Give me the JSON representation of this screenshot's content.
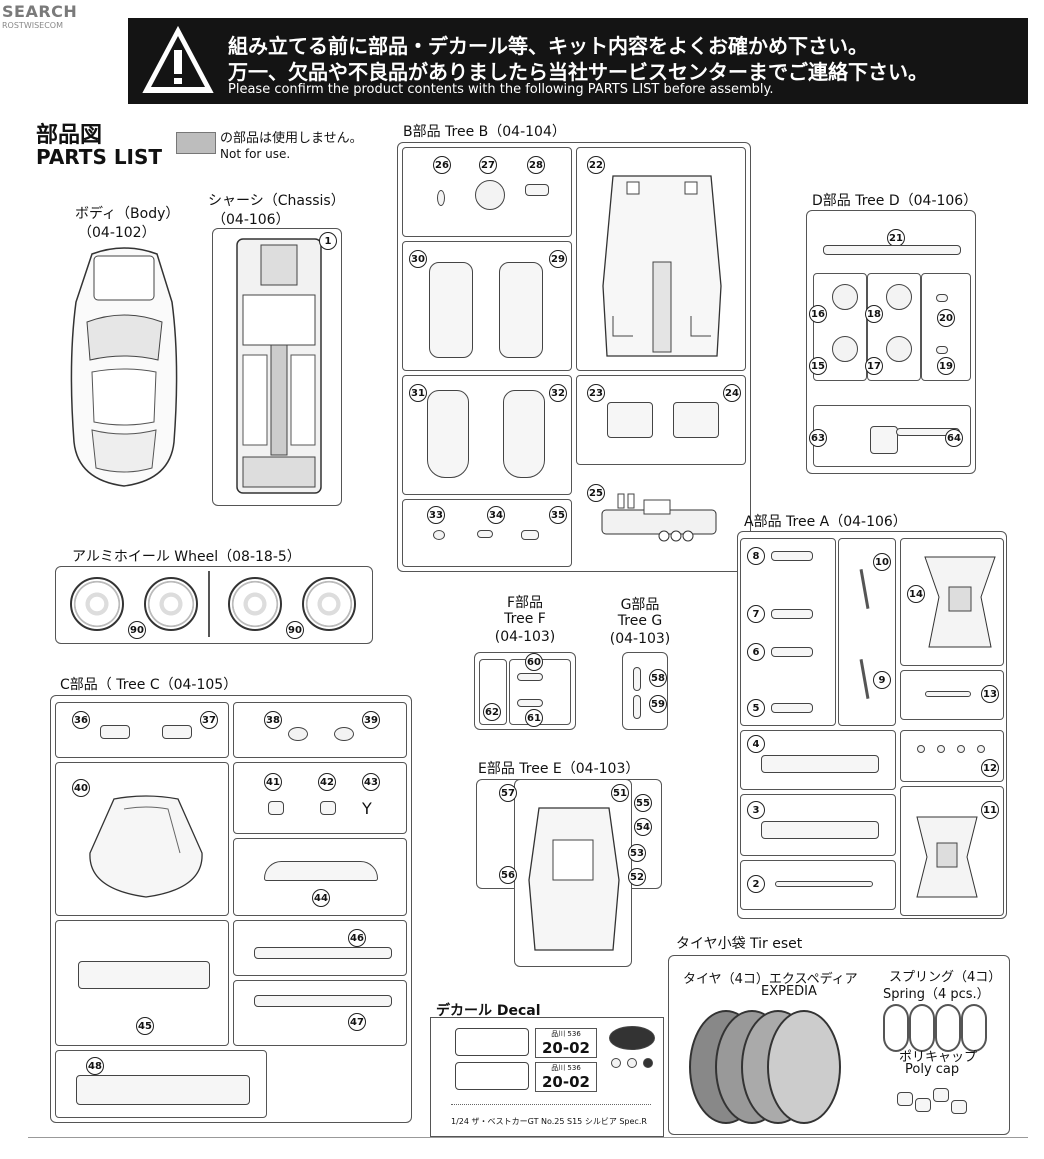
{
  "watermark": {
    "brand": "SEARCH",
    "url": "ROSTWISECOM"
  },
  "banner": {
    "line1": "組み立てる前に部品・デカール等、キット内容をよくお確かめ下さい。",
    "line2": "万一、欠品や不良品がありましたら当社サービスセンターまでご連絡下さい。",
    "line3": "Please confirm the product contents with the following PARTS LIST before assembly."
  },
  "header": {
    "jp": "部品図",
    "en": "PARTS LIST"
  },
  "legend": {
    "jp": "の部品は使用しません。",
    "en": "Not for use."
  },
  "body": {
    "jp": "ボディ（Body）",
    "code": "（04-102）"
  },
  "chassis": {
    "jp": "シャーシ（Chassis）",
    "code": "（04-106）",
    "num": "1"
  },
  "wheel": {
    "label": "アルミホイール Wheel（08-18-5）",
    "num1": "90",
    "num2": "90"
  },
  "treeB": {
    "label": "B部品 Tree B（04-104）",
    "nums": [
      "26",
      "27",
      "28",
      "22",
      "30",
      "29",
      "31",
      "32",
      "23",
      "24",
      "33",
      "34",
      "35",
      "25"
    ]
  },
  "treeD": {
    "label": "D部品 Tree D（04-106）",
    "nums": [
      "21",
      "16",
      "18",
      "20",
      "15",
      "17",
      "19",
      "63",
      "64"
    ]
  },
  "treeA": {
    "label": "A部品 Tree A（04-106）",
    "nums": [
      "8",
      "10",
      "14",
      "7",
      "6",
      "9",
      "5",
      "13",
      "4",
      "12",
      "3",
      "11",
      "2"
    ]
  },
  "treeF": {
    "l1": "F部品",
    "l2": "Tree F",
    "l3": "(04-103)",
    "nums": [
      "60",
      "62",
      "61"
    ]
  },
  "treeG": {
    "l1": "G部品",
    "l2": "Tree G",
    "l3": "(04-103)",
    "nums": [
      "58",
      "59"
    ]
  },
  "treeC": {
    "label": "C部品（ Tree C（04-105）",
    "nums": [
      "36",
      "37",
      "38",
      "39",
      "40",
      "41",
      "42",
      "43",
      "44",
      "46",
      "45",
      "47",
      "48"
    ]
  },
  "treeE": {
    "label": "E部品 Tree E（04-103）",
    "nums": [
      "57",
      "51",
      "55",
      "54",
      "53",
      "56",
      "52"
    ]
  },
  "tires": {
    "label": "タイヤ小袋 Tir eset",
    "tire_jp": "タイヤ（4コ）エクスペディア",
    "tire_en": "EXPEDIA",
    "spring_jp": "スプリング（4コ）",
    "spring_en": "Spring（4 pcs.）",
    "cap_jp": "ポリキャップ",
    "cap_en": "Poly cap"
  },
  "decal": {
    "label": "デカール Decal",
    "plate1_top": "品川 536",
    "plate1": "20-02",
    "plate2_top": "品川 536",
    "plate2": "20-02",
    "footer": "1/24 ザ・ベストカーGT  No.25  S15 シルビア Spec.R"
  }
}
